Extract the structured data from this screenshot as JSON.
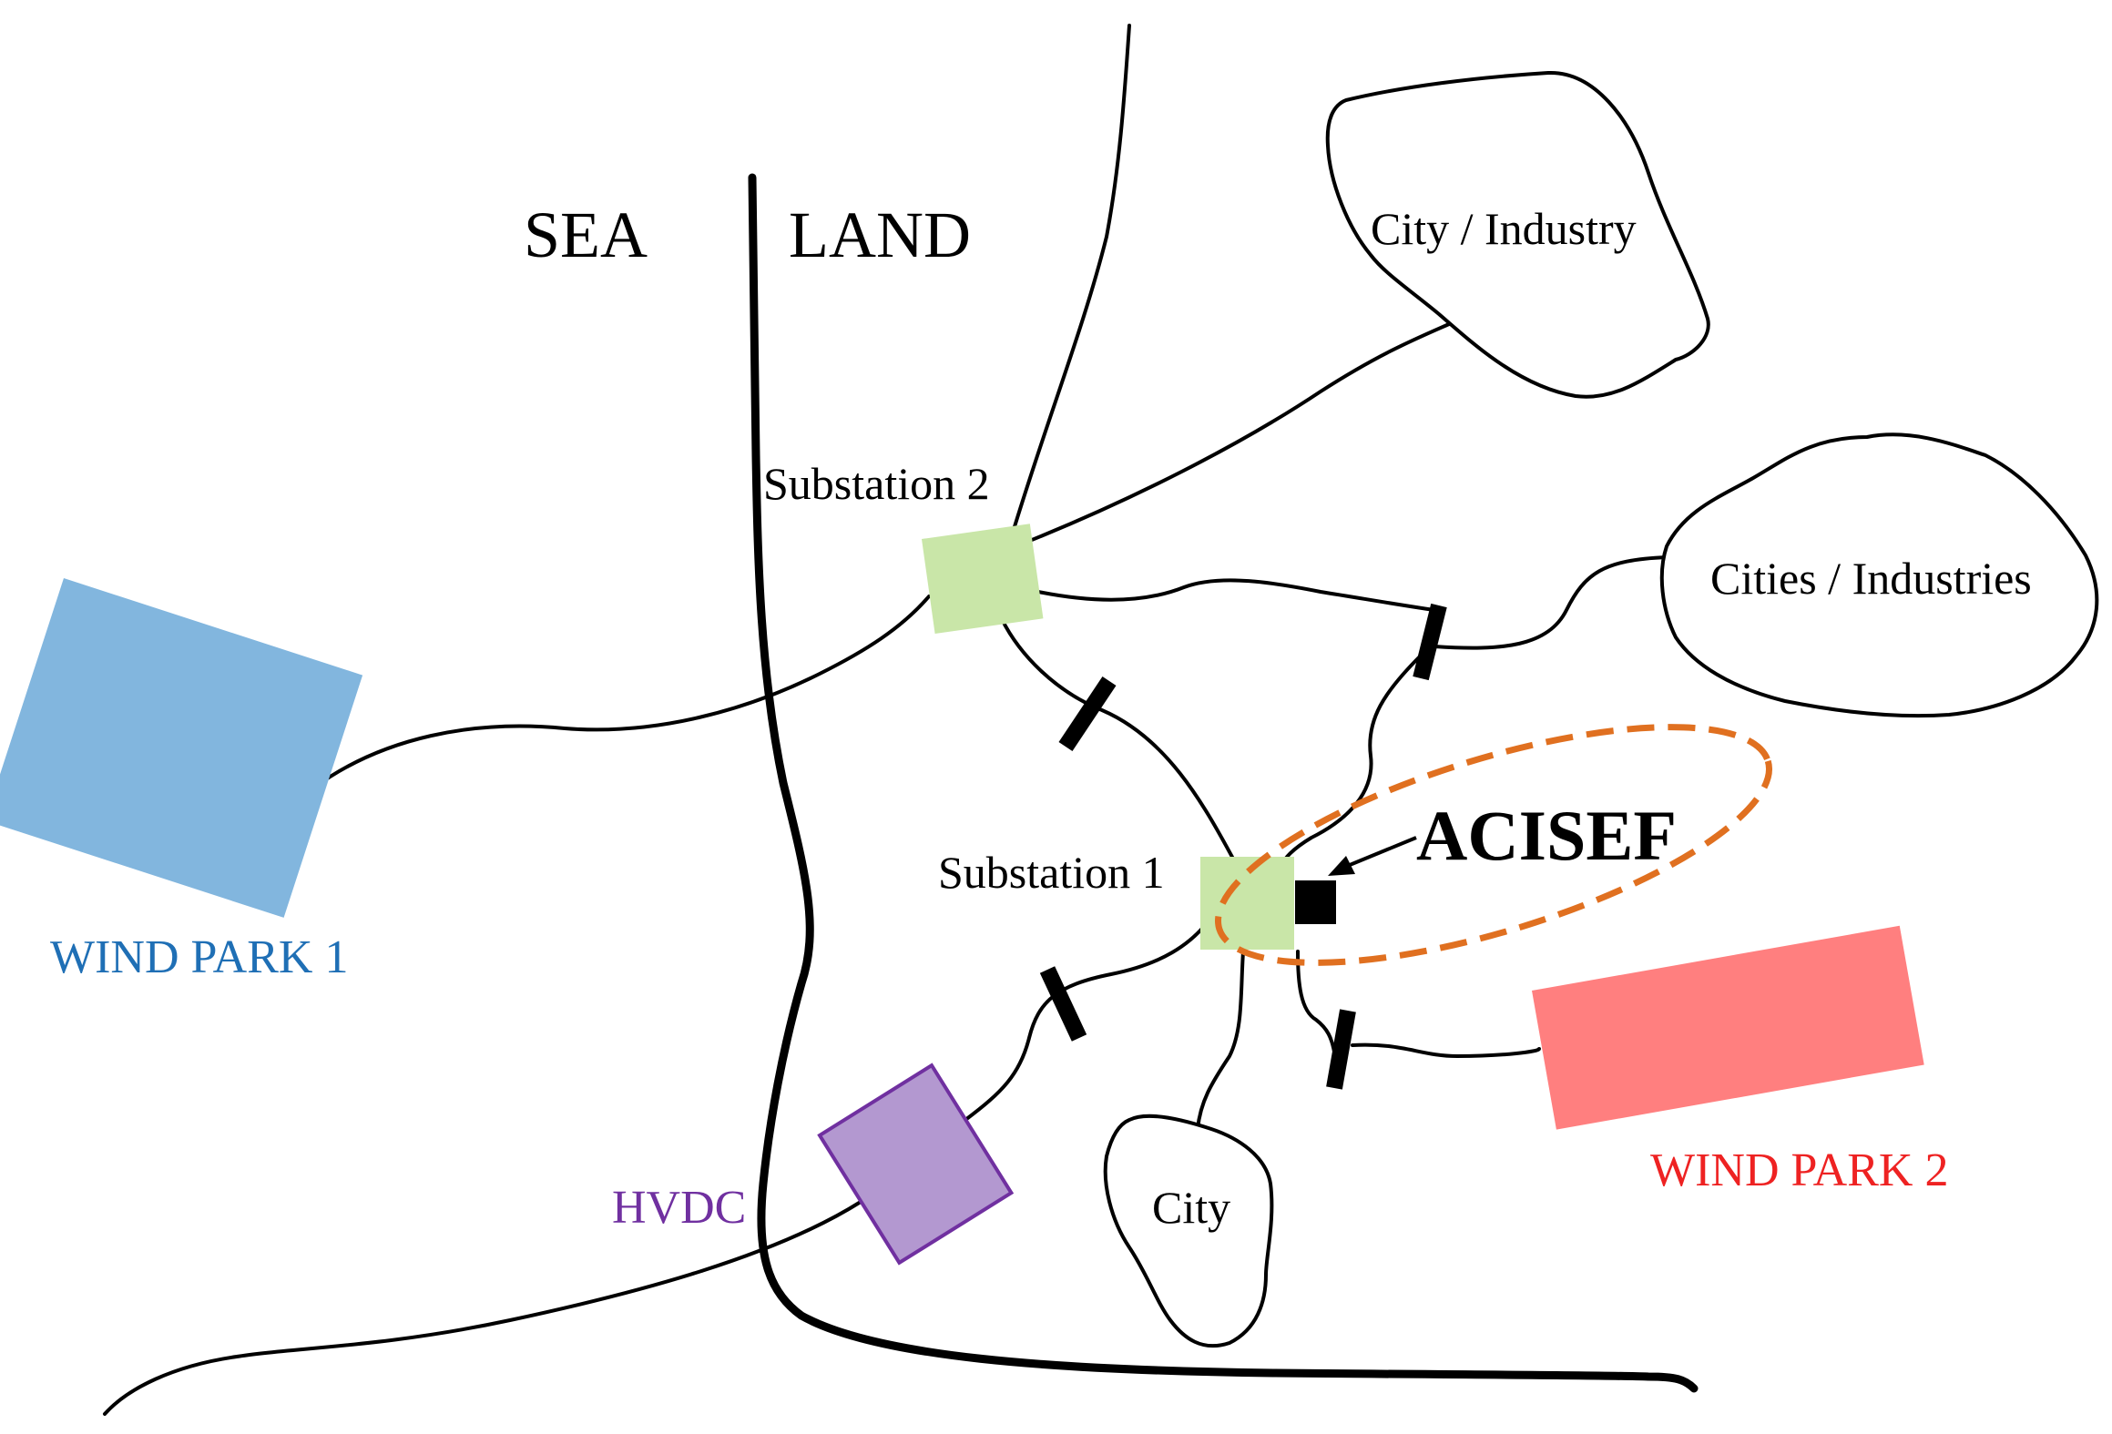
{
  "regions": {
    "sea": "SEA",
    "land": "LAND"
  },
  "substations": {
    "sub1": "Substation 1",
    "sub2": "Substation 2"
  },
  "loads": {
    "city_industry": "City / Industry",
    "cities_industries": "Cities / Industries",
    "city": "City"
  },
  "wind_parks": {
    "park1": "WIND PARK 1",
    "park2": "WIND PARK 2"
  },
  "hvdc": "HVDC",
  "device": "ACISEF",
  "colors": {
    "wind_park_1": "#82b6de",
    "wind_park_1_text": "#1f6fb5",
    "wind_park_2": "#ff7f7f",
    "wind_park_2_text": "#ee2222",
    "substation": "#c9e6a8",
    "hvdc_fill": "#b398d0",
    "hvdc_stroke": "#7030a0",
    "acisef_ellipse": "#e07020",
    "line": "#000000"
  }
}
